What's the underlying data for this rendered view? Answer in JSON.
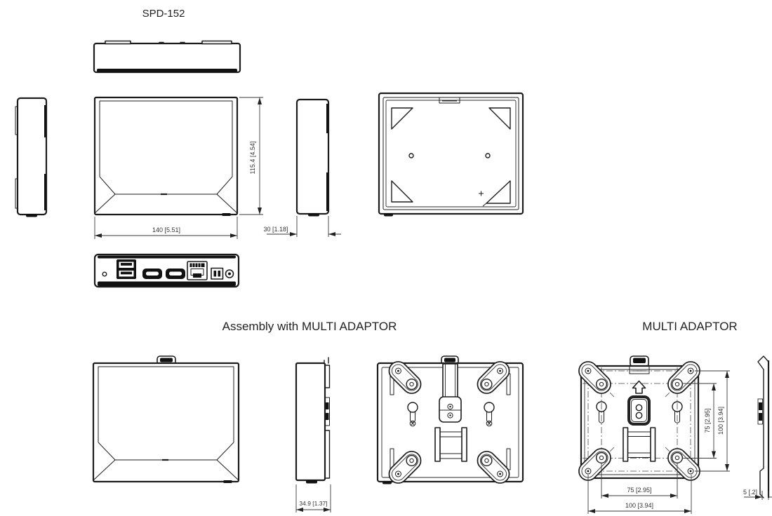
{
  "titles": {
    "product": "SPD-152",
    "assembly": "Assembly with MULTI ADAPTOR",
    "adaptor": "MULTI ADAPTOR"
  },
  "dimensions": {
    "device": {
      "height": "115.4 [4.54]",
      "width": "140 [5.51]",
      "depth": "30 [1.18]"
    },
    "assembly": {
      "depth": "34.9 [1.37]"
    },
    "adaptor": {
      "hole_pitch_vertical": "75 [2.95]",
      "size_vertical": "100 [3.94]",
      "hole_pitch_horizontal": "75 [2.95]",
      "size_horizontal": "100 [3.94]",
      "thickness": "5 [.2]"
    }
  },
  "icons": {
    "ports": [
      "power-led",
      "dual-usb-port",
      "hdmi-port-1",
      "hdmi-port-2",
      "ethernet-port",
      "terminal-block",
      "dc-power-jack"
    ]
  }
}
